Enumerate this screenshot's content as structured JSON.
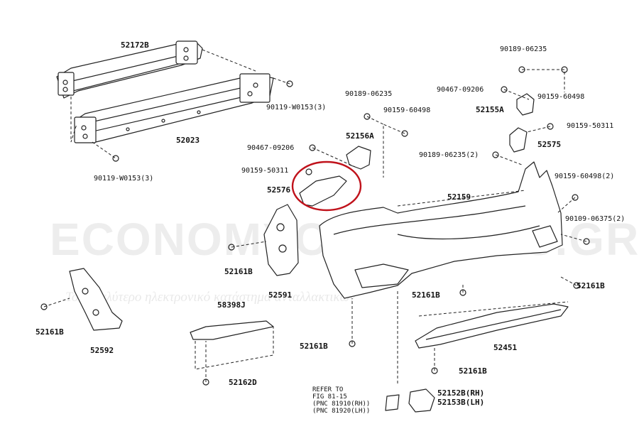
{
  "watermark": {
    "brand": "ECONOMYCARPARTS.GR",
    "tagline": "Το μεγαλύτερο ηλεκτρονικό κατάστημα ανταλλακτικών"
  },
  "labels": {
    "p52172B": "52172B",
    "p52023": "52023",
    "p90119_top": "90119-W0153(3)",
    "p90119_bottom": "90119-W0153(3)",
    "p90189_center": "90189-06235",
    "p90159_center": "90159-60498",
    "p52156A": "52156A",
    "p90467_center": "90467-09206",
    "p90159_50311_center": "90159-50311",
    "p52576": "52576",
    "p90189_top_right": "90189-06235",
    "p90467_right": "90467-09206",
    "p90159_right": "90159-60498",
    "p52155A": "52155A",
    "p90159_50311_right": "90159-50311",
    "p52575": "52575",
    "p90189_2": "90189-06235(2)",
    "p52159": "52159",
    "p90159_2": "90159-60498(2)",
    "p90109_2": "90109-06375(2)",
    "p52161B_mid_left": "52161B",
    "p52591": "52591",
    "p52161B_far_left": "52161B",
    "p52592": "52592",
    "p58398J": "58398J",
    "p52162D": "52162D",
    "p52161B_center_top": "52161B",
    "p52161B_right": "52161B",
    "p52161B_center_bottom": "52161B",
    "p52451": "52451",
    "p52161B_lower_right": "52161B",
    "p52152B": "52152B(RH)",
    "p52153B": "52153B(LH)"
  },
  "note": {
    "line1": "REFER TO",
    "line2": "FIG 81-15",
    "line3": "(PNC 81910(RH))",
    "line4": "(PNC 81920(LH))"
  },
  "colors": {
    "line": "#222222",
    "highlight": "#c0121b"
  }
}
